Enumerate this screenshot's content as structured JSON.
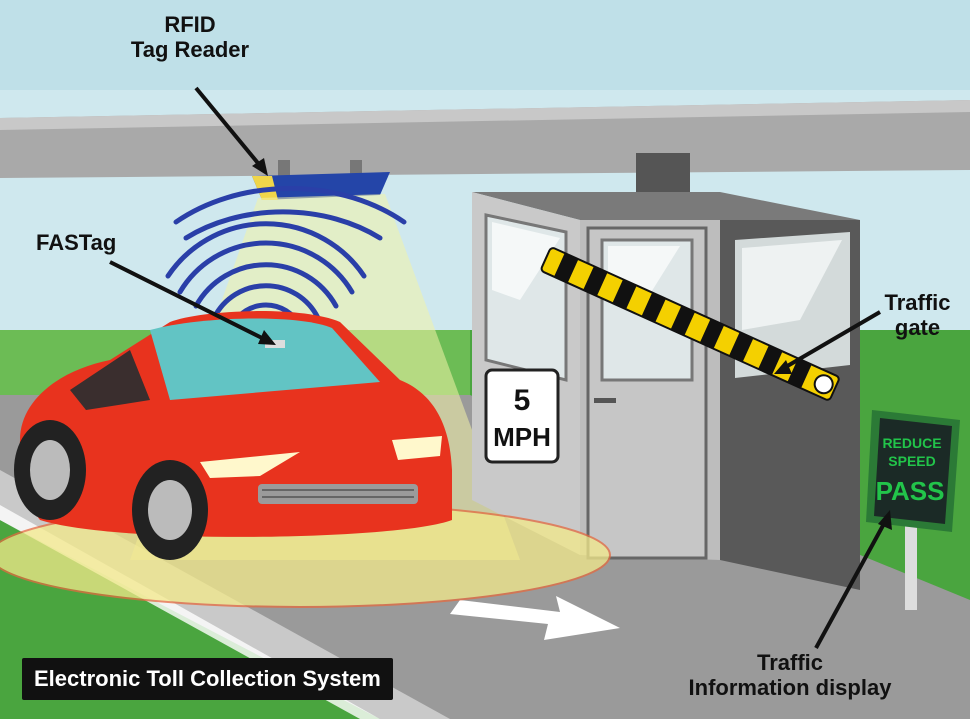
{
  "labels": {
    "rfid_line1": "RFID",
    "rfid_line2": "Tag Reader",
    "fastag": "FASTag",
    "gate_line1": "Traffic",
    "gate_line2": "gate",
    "display_line1": "Traffic",
    "display_line2": "Information display"
  },
  "speed_sign": {
    "line1": "5",
    "line2": "MPH"
  },
  "info_display": {
    "line1": "REDUCE",
    "line2": "SPEED",
    "line3": "PASS"
  },
  "caption": "Electronic Toll Collection System",
  "colors": {
    "sky": "#cfe8ee",
    "car": "#e8331e",
    "gate_stripe_yellow": "#f4d000",
    "gate_stripe_black": "#111111",
    "rfid_waves": "#2a3fa8",
    "display_text": "#22c44a",
    "grass": "#3f9a3a",
    "road": "#8c8c8c"
  }
}
